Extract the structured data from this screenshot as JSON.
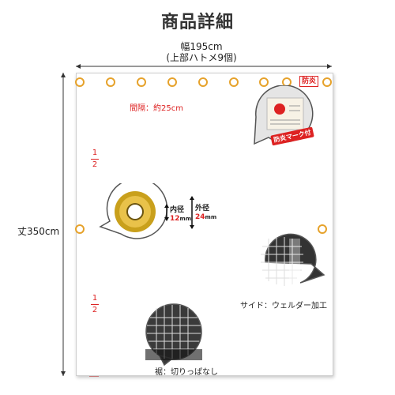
{
  "title": "商品詳細",
  "width_label": "幅195cm",
  "width_sub": "(上部ハトメ9個)",
  "height_label": "丈350cm",
  "spacing_label": "間隔：約25cm",
  "badge_bokan": "防炎",
  "fraction_num": "1",
  "fraction_den": "2",
  "inner_diameter": {
    "label": "内径",
    "value": "12",
    "unit": "mm"
  },
  "outer_diameter": {
    "label": "外径",
    "value": "24",
    "unit": "mm"
  },
  "side_label": "サイド：ウェルダー加工",
  "hem_label": "裾：切りっぱなし",
  "mark_label": "防炎マーク付",
  "colors": {
    "accent_red": "#d22222",
    "grommet_gold": "#e6a22b"
  }
}
